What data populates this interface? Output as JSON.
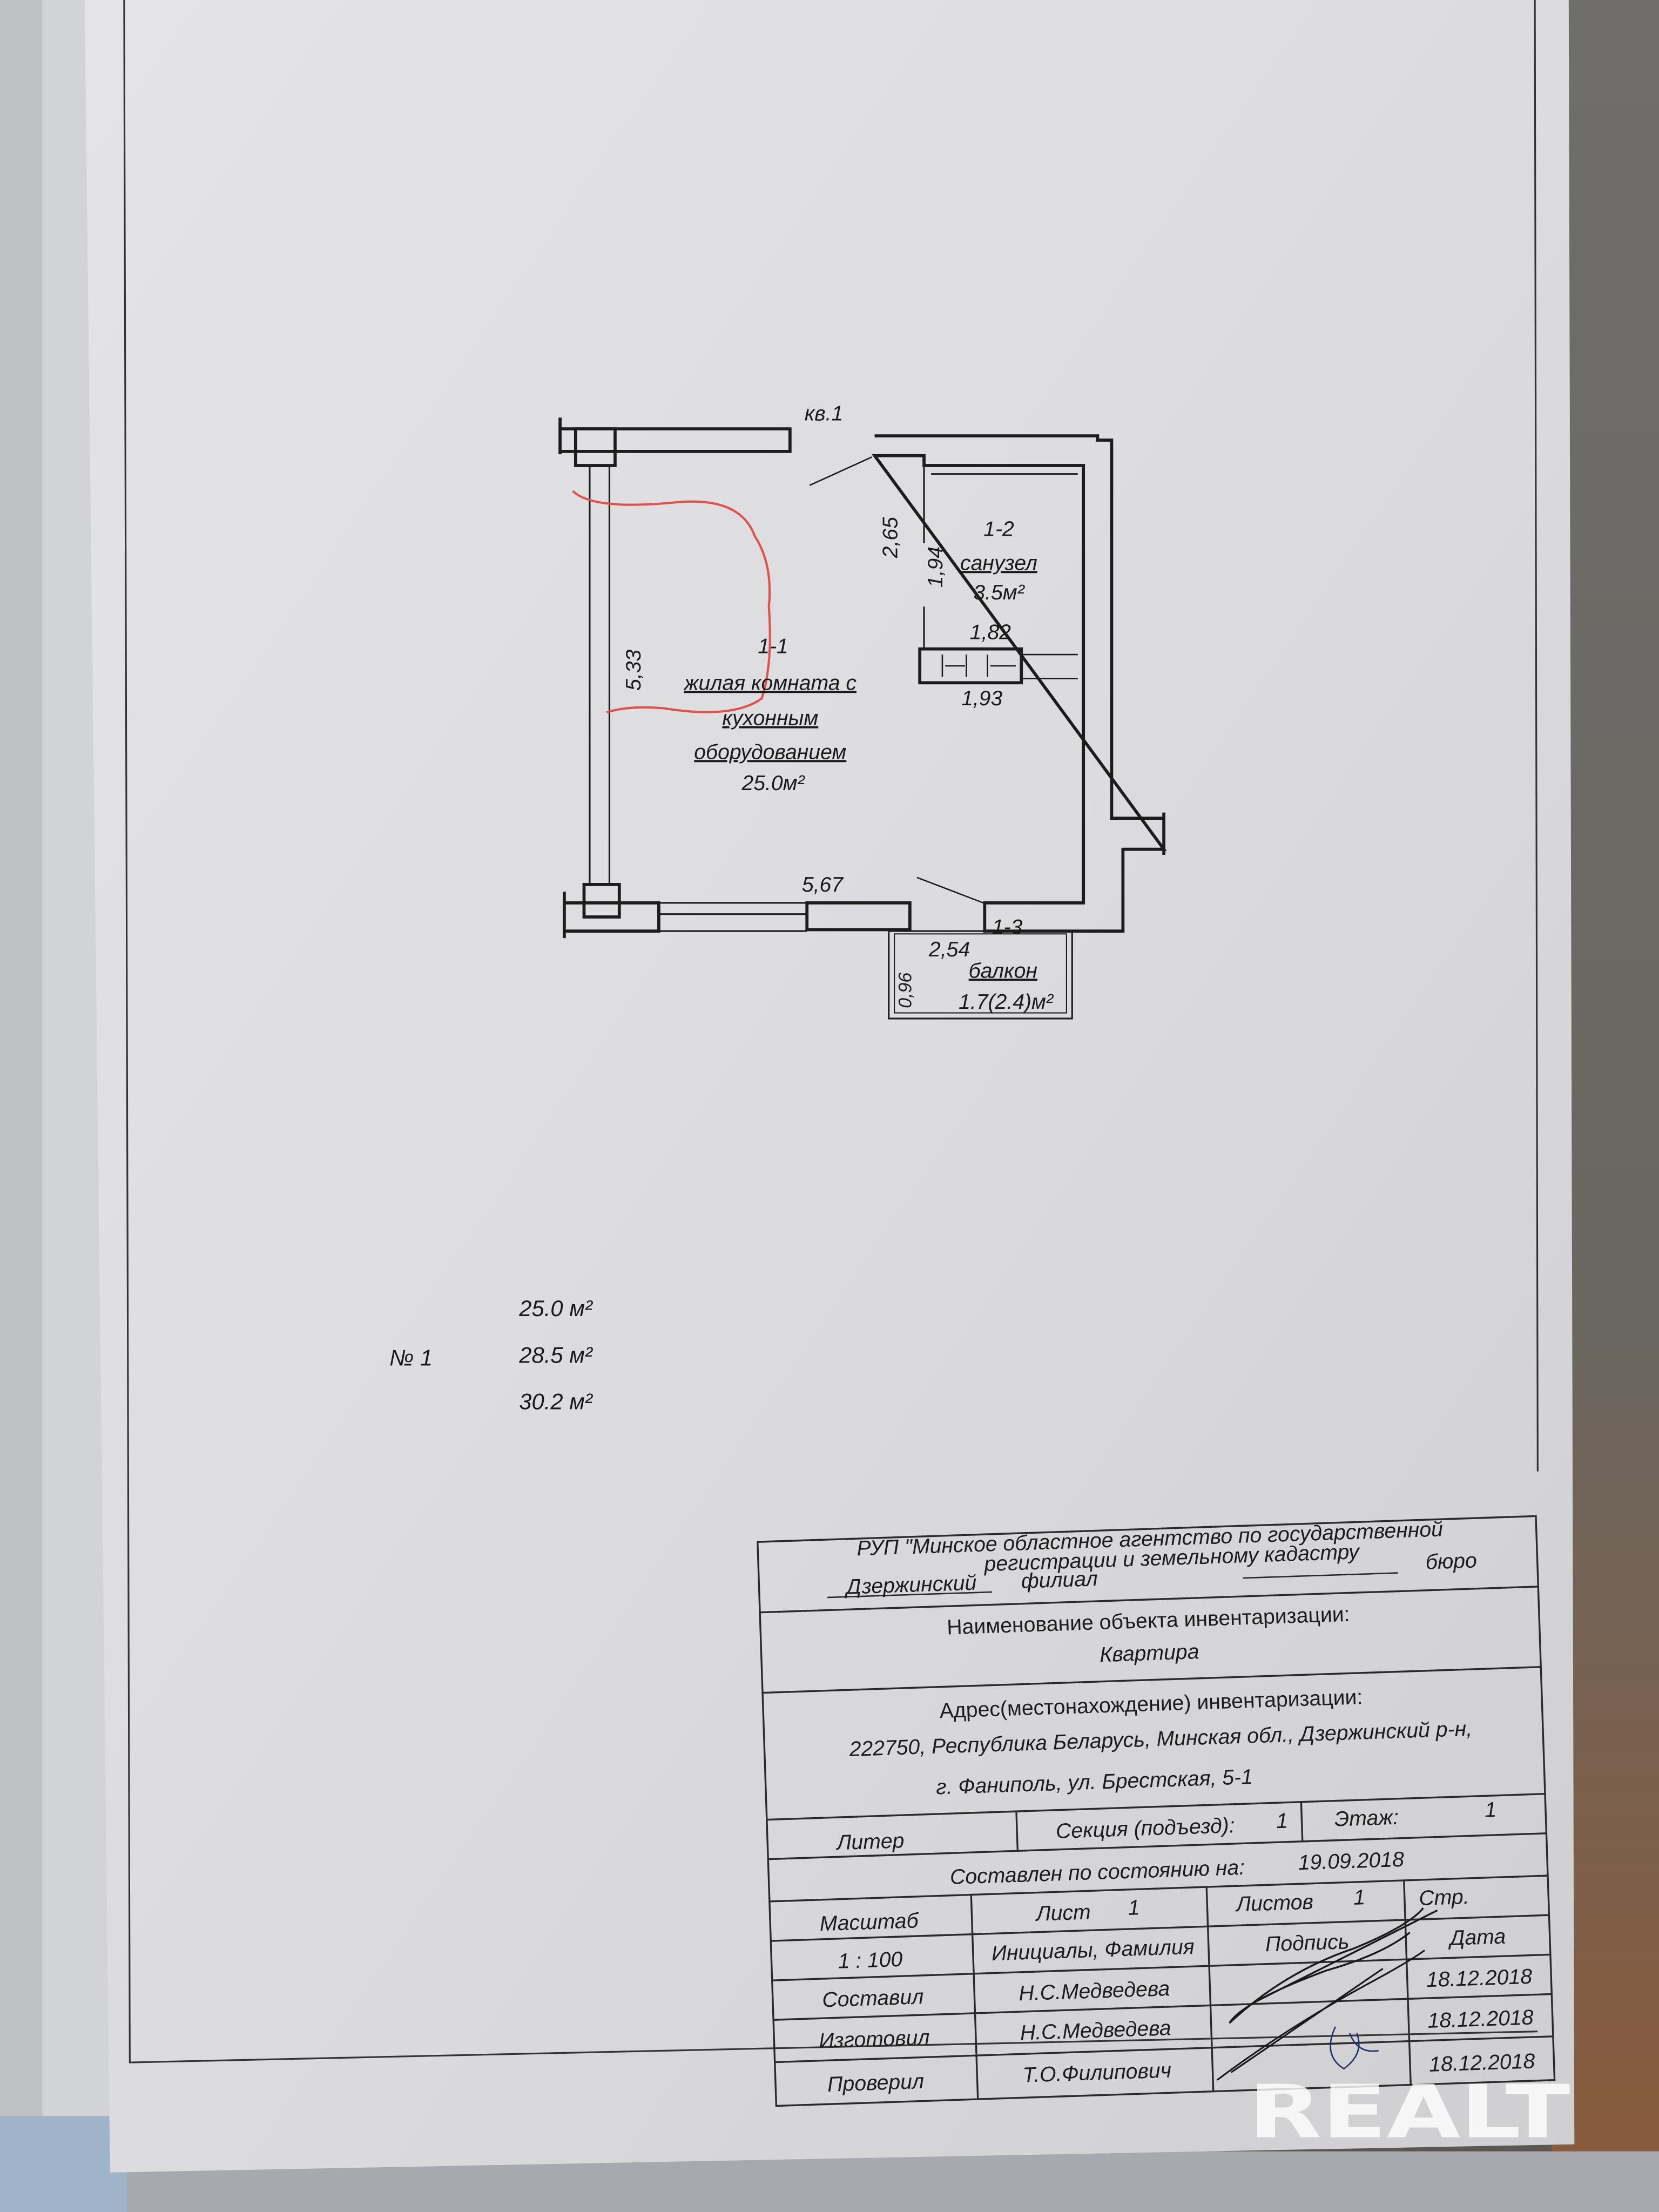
{
  "plan": {
    "apartment_label": "кв.1",
    "rooms": [
      {
        "id": "1-1",
        "name_lines": [
          "жилая комната с",
          "кухонным",
          "оборудованием"
        ],
        "area": "25.0м²"
      },
      {
        "id": "1-2",
        "name": "санузел",
        "area": "3.5м²"
      },
      {
        "id": "1-3",
        "name": "балкон",
        "area": "1.7(2.4)м²"
      }
    ],
    "dimensions": {
      "room_height": "5,33",
      "bath_outer": "2,65",
      "bath_inner": "1,94",
      "bath_width": "1,82",
      "kitchen_unit": "1,93",
      "room_width": "5,67",
      "balcony_width": "2,54",
      "balcony_depth": "0,96"
    }
  },
  "summary": {
    "apartment_no": "№ 1",
    "living_area": "25.0 м²",
    "total_area": "28.5 м²",
    "total_with_balcony": "30.2 м²"
  },
  "stamp": {
    "org_line1": "РУП \"Минское областное агентство по государственной",
    "org_line2": "регистрации и земельному кадастру",
    "branch": "Дзержинский",
    "branch_label": "филиал",
    "bureau_label": "бюро",
    "object_label": "Наименование объекта инвентаризации:",
    "object_value": "Квартира",
    "address_label": "Адрес(местонахождение) инвентаризации:",
    "address_line1": "222750, Республика Беларусь, Минская обл., Дзержинский р-н,",
    "address_line2": "г. Фаниполь, ул. Брестская, 5-1",
    "liter_label": "Литер",
    "section_label": "Секция (подъезд):",
    "section_value": "1",
    "floor_label": "Этаж:",
    "floor_value": "1",
    "compiled_label": "Составлен по состоянию на:",
    "compiled_date": "19.09.2018",
    "scale_label": "Масштаб",
    "scale_value": "1 : 100",
    "sheet_label": "Лист",
    "sheet_value": "1",
    "sheets_label": "Листов",
    "sheets_value": "1",
    "page_label": "Стр.",
    "names_header": "Инициалы, Фамилия",
    "signature_header": "Подпись",
    "date_header": "Дата",
    "rows": [
      {
        "role": "Составил",
        "name": "Н.С.Медведева",
        "date": "18.12.2018"
      },
      {
        "role": "Изготовил",
        "name": "Н.С.Медведева",
        "date": "18.12.2018"
      },
      {
        "role": "Проверил",
        "name": "Т.О.Филипович",
        "date": "18.12.2018"
      }
    ]
  },
  "watermark": "REALT",
  "colors": {
    "paper": "#dcdcde",
    "ink": "#1a1a1a",
    "red_marker": "#e0524c"
  }
}
